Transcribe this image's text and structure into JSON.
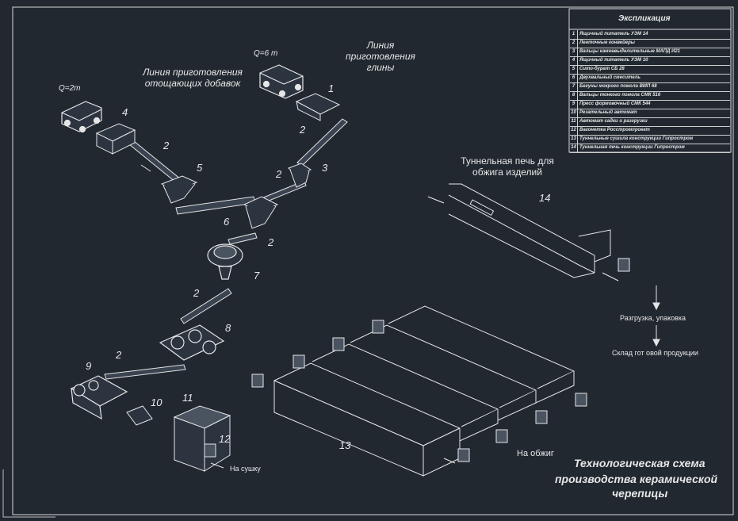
{
  "legend": {
    "title": "Экспликация",
    "items": [
      {
        "n": "1",
        "text": "Ящичный питатель УЭМ 14"
      },
      {
        "n": "2",
        "text": "Ленточные конвейеры"
      },
      {
        "n": "3",
        "text": "Вальцы камневыделительные МАПД И21"
      },
      {
        "n": "4",
        "text": "Ящичный питатель УЭМ 10"
      },
      {
        "n": "5",
        "text": "Сито-бурат СБ 28"
      },
      {
        "n": "6",
        "text": "Двухвальный смеситель"
      },
      {
        "n": "7",
        "text": "Бегуны мокрого помола ВМП 68"
      },
      {
        "n": "8",
        "text": "Вальцы тонкого помола СМК 516"
      },
      {
        "n": "9",
        "text": "Пресс формовочный СМК 544"
      },
      {
        "n": "10",
        "text": "Резательный автомат"
      },
      {
        "n": "11",
        "text": "Автомат садки и разгрузки"
      },
      {
        "n": "12",
        "text": "Вагонетка Росстромпроект"
      },
      {
        "n": "13",
        "text": "Туннельные сушила конструкции Гипростром"
      },
      {
        "n": "14",
        "text": "Туннельная печь конструкции Гипростром"
      }
    ]
  },
  "labels": {
    "clay_line": "Линия приготовления глины",
    "additives_line": "Линия приготовления отощающих добавок",
    "truck_left_q": "Q=2т",
    "truck_right_q": "Q=6 т",
    "kiln_title": "Туннельная печь для обжига изделий",
    "unload": "Разгрузка, упаковка",
    "warehouse": "Склад гот овой продукции",
    "to_firing": "На обжиг",
    "to_drying": "На сушку",
    "main_title_1": "Технологическая схема",
    "main_title_2": "производства керамической",
    "main_title_3": "черепицы"
  },
  "numbers": {
    "n1": "1",
    "n2a": "2",
    "n2b": "2",
    "n2c": "2",
    "n2d": "2",
    "n2e": "2",
    "n2f": "2",
    "n3": "3",
    "n4": "4",
    "n5": "5",
    "n6": "6",
    "n7": "7",
    "n8": "8",
    "n9": "9",
    "n10": "10",
    "n11": "11",
    "n12": "12",
    "n13": "13",
    "n14": "14"
  },
  "colors": {
    "background": "#212830",
    "lines": "#e6e6e6"
  }
}
